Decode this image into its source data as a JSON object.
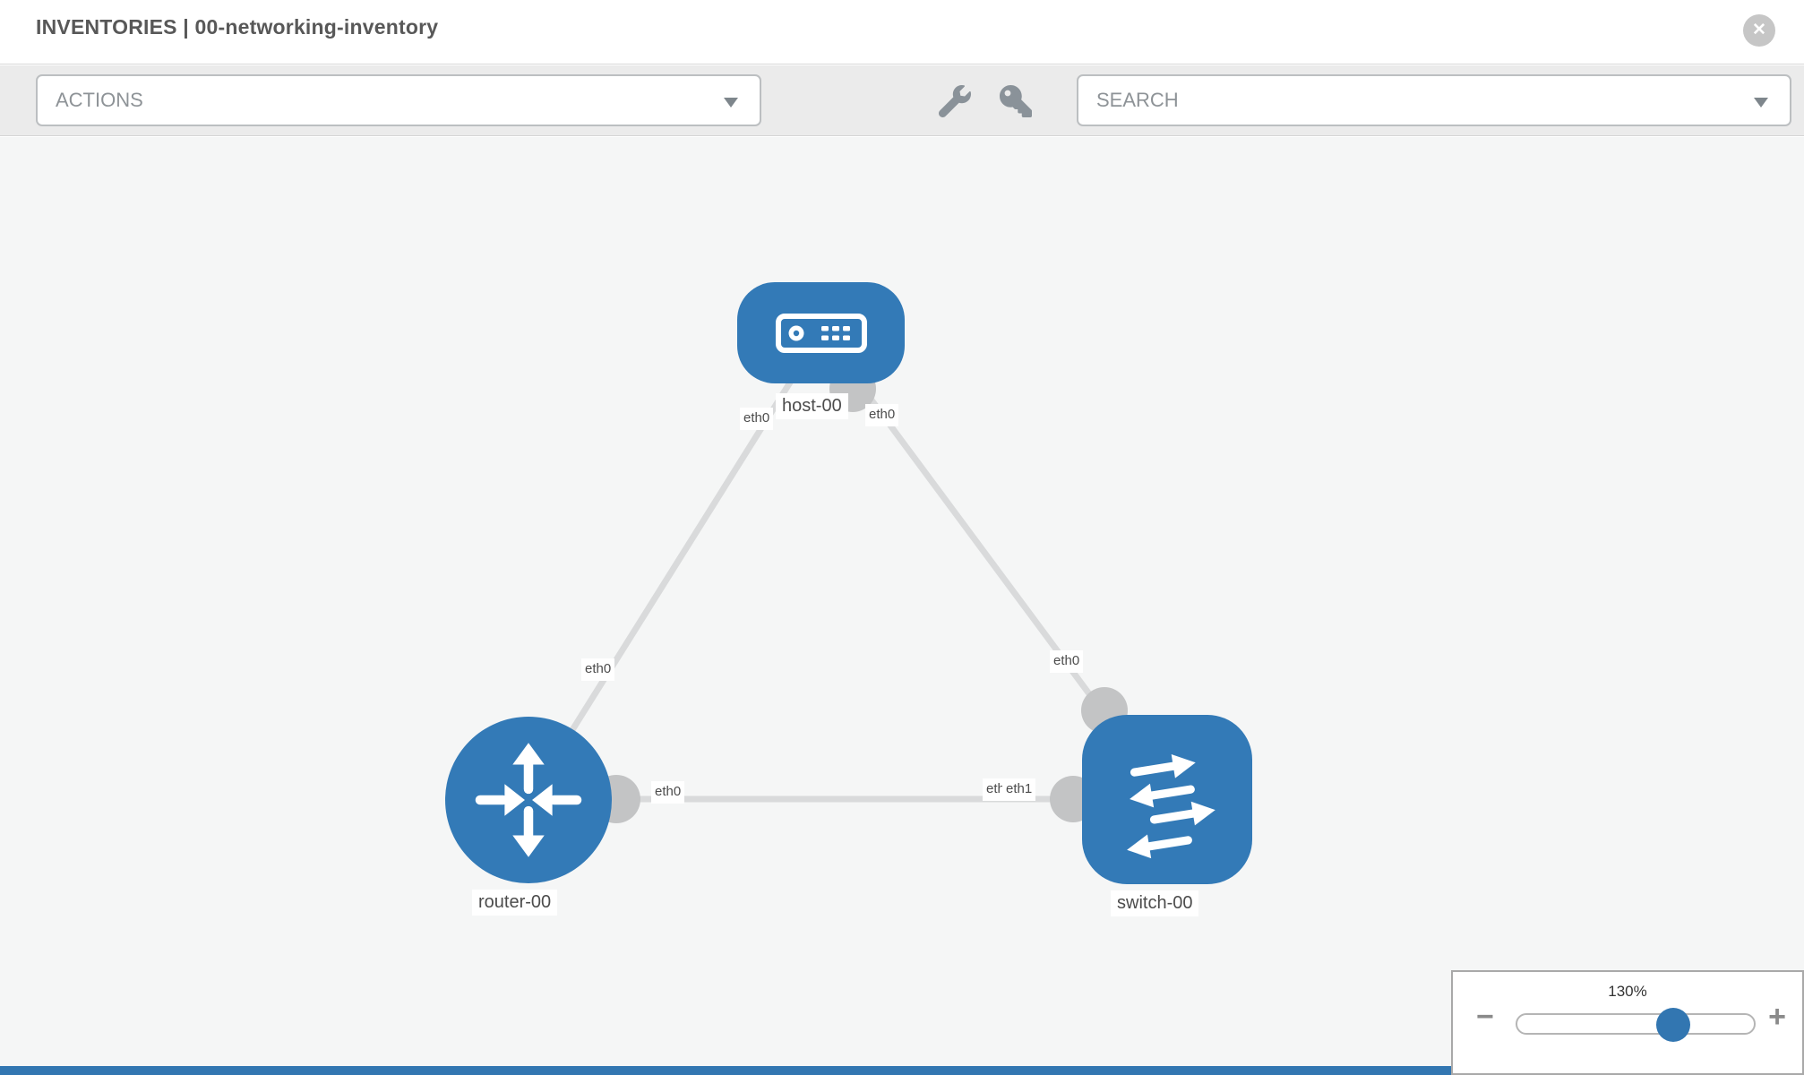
{
  "header": {
    "title": "INVENTORIES | 00-networking-inventory",
    "close_glyph": "✕"
  },
  "toolbar": {
    "actions_label": "ACTIONS",
    "search_label": "SEARCH"
  },
  "topology": {
    "nodes": [
      {
        "label": "host-00",
        "type": "host"
      },
      {
        "label": "router-00",
        "type": "router"
      },
      {
        "label": "switch-00",
        "type": "switch"
      }
    ],
    "links": [
      {
        "from": "host-00",
        "from_iface": "eth0",
        "to": "router-00",
        "to_iface": "eth0"
      },
      {
        "from": "host-00",
        "from_iface": "eth0",
        "to": "switch-00",
        "to_iface": "eth0"
      },
      {
        "from": "router-00",
        "from_iface": "eth0",
        "to": "switch-00",
        "to_iface": "eth1"
      }
    ],
    "iface_labels": {
      "hr_host": "eth0",
      "hr_router": "eth0",
      "hs_host": "eth0",
      "hs_switch": "eth0",
      "rs_router": "eth0",
      "rs_switch_under": "eth0",
      "rs_switch": "eth1"
    }
  },
  "zoom_control": {
    "level": "130%",
    "minus_glyph": "−",
    "plus_glyph": "+"
  },
  "colors": {
    "node_blue": "#337ab7",
    "link_gray": "#d9dadb",
    "connector_gray": "#c3c4c5",
    "canvas_bg": "#f5f6f6"
  }
}
